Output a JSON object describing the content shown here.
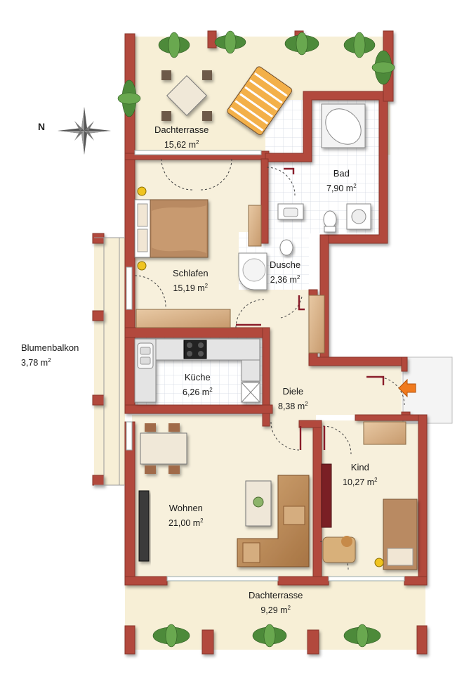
{
  "compass": {
    "north_label": "N"
  },
  "rooms": [
    {
      "id": "dachterrasse-top",
      "name": "Dachterrasse",
      "area": "15,62 m",
      "unit_sup": "2"
    },
    {
      "id": "bad",
      "name": "Bad",
      "area": "7,90 m",
      "unit_sup": "2"
    },
    {
      "id": "schlafen",
      "name": "Schlafen",
      "area": "15,19 m",
      "unit_sup": "2"
    },
    {
      "id": "dusche",
      "name": "Dusche",
      "area": "2,36 m",
      "unit_sup": "2"
    },
    {
      "id": "blumenbalkon",
      "name": "Blumenbalkon",
      "area": "3,78 m",
      "unit_sup": "2"
    },
    {
      "id": "kueche",
      "name": "Küche",
      "area": "6,26 m",
      "unit_sup": "2"
    },
    {
      "id": "diele",
      "name": "Diele",
      "area": "8,38 m",
      "unit_sup": "2"
    },
    {
      "id": "kind",
      "name": "Kind",
      "area": "10,27 m",
      "unit_sup": "2"
    },
    {
      "id": "wohnen",
      "name": "Wohnen",
      "area": "21,00 m",
      "unit_sup": "2"
    },
    {
      "id": "dachterrasse-bottom",
      "name": "Dachterrasse",
      "area": "9,29 m",
      "unit_sup": "2"
    }
  ],
  "colors": {
    "wall": "#b24a3c",
    "wall_edge": "#8a3429",
    "floor_wood": "#f5edd4",
    "terrace": "#f7efd6",
    "tile": "#ffffff",
    "tile_line": "#d8dde6",
    "entrance_arrow": "#f07a1e",
    "furniture_wood": "#c8a07a",
    "bed_cover": "#b98a62",
    "plant": "#4d8a3a"
  }
}
